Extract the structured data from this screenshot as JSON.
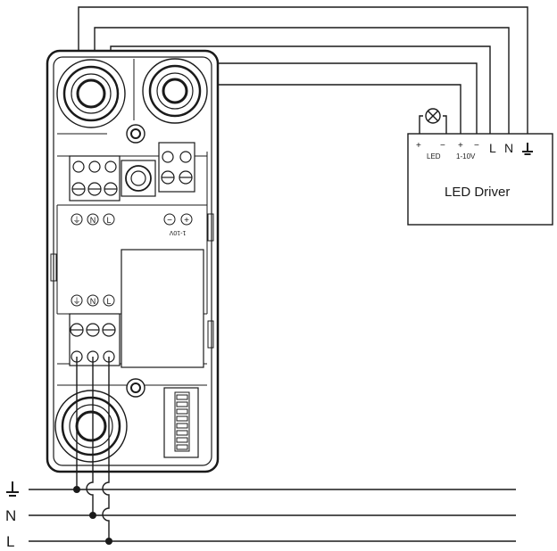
{
  "driver": {
    "title": "LED Driver",
    "plus_left": "+",
    "minus_left": "−",
    "led_label": "LED",
    "minus_dim": "−",
    "plus_dim": "+",
    "dim_label": "1-10V",
    "l_label": "L",
    "n_label": "N"
  },
  "device": {
    "top_left_symbols": [
      "⏚",
      "N",
      "L"
    ],
    "top_right_symbols": [
      "−",
      "+"
    ],
    "dim_label": "1-10V",
    "bottom_symbols": [
      "⏚",
      "N",
      "L"
    ]
  },
  "mains": {
    "n_label": "N",
    "l_label": "L"
  },
  "icons": [
    "ground-icon",
    "lamp-icon"
  ]
}
